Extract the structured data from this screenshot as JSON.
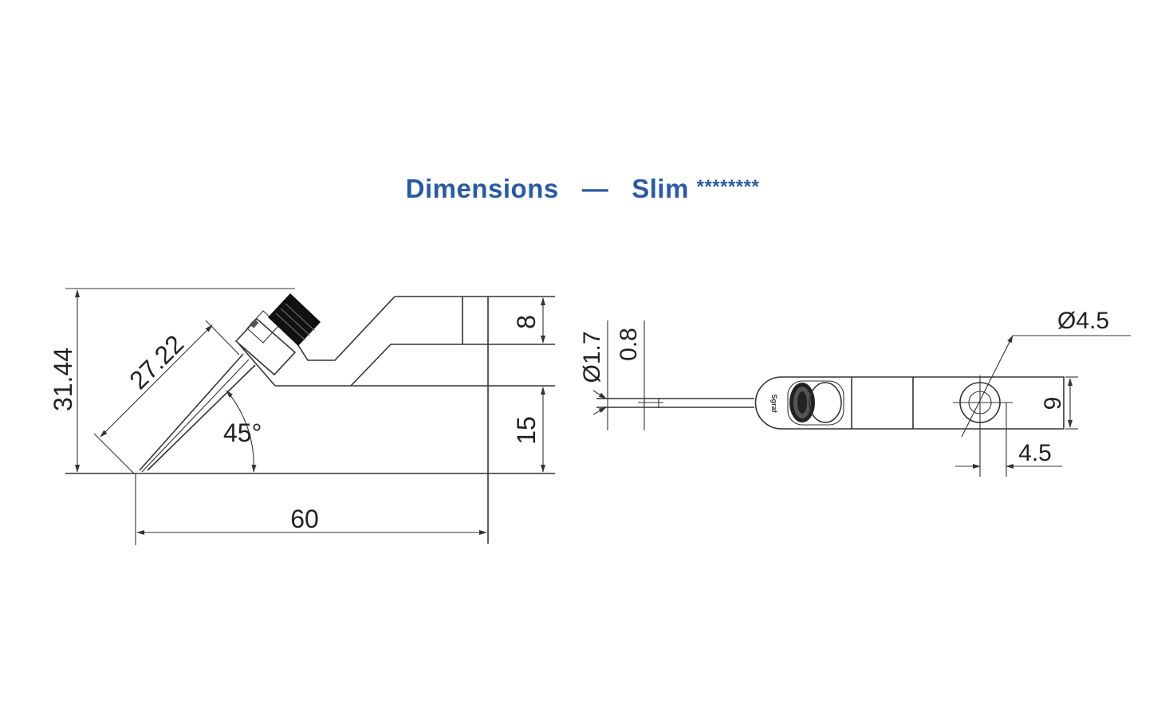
{
  "title": {
    "part1": "Dimensions",
    "dash": "—",
    "part2": "Slim",
    "stars": "********"
  },
  "colors": {
    "title": "#2b5aa0",
    "line": "#333333"
  },
  "side_view": {
    "height": "31.44",
    "probe_length": "27.22",
    "angle": "45°",
    "width": "60",
    "top_thickness": "8",
    "lower_height": "15"
  },
  "top_view": {
    "cable_diameter": "Ø1.7",
    "wall": "0.8",
    "hole_diameter": "Ø4.5",
    "width": "9",
    "hole_offset": "4.5",
    "brand_mark": "Sgraf"
  }
}
